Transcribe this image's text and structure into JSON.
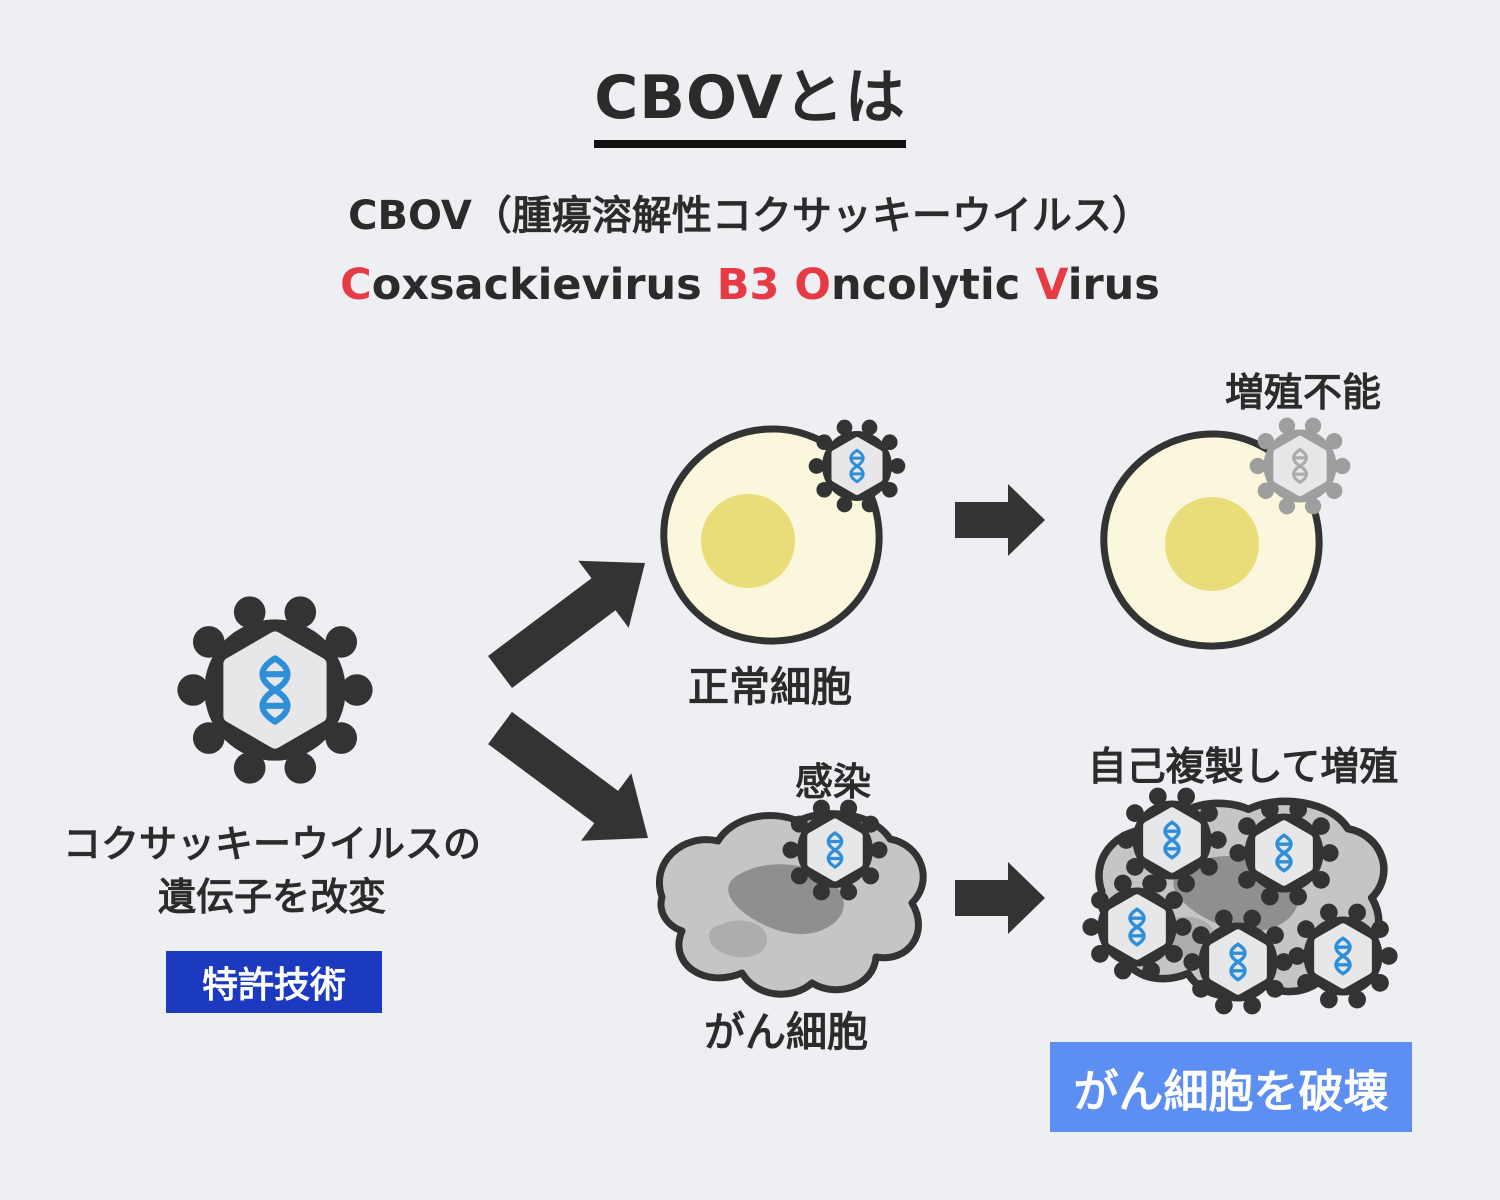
{
  "header": {
    "title": "CBOVとは",
    "subtitle": "CBOV（腫瘍溶解性コクサッキーウイルス）",
    "acr_c": "C",
    "acr_c_rest": "oxsackievirus",
    "acr_b": "B3",
    "acr_o": "O",
    "acr_o_rest": "ncolytic",
    "acr_v": "V",
    "acr_v_rest": "irus"
  },
  "diagram": {
    "virus_caption_line1": "コクサッキーウイルスの",
    "virus_caption_line2": "遺伝子を改変",
    "patent_badge": "特許技術",
    "normal_cell": "正常細胞",
    "no_replication": "増殖不能",
    "infection": "感染",
    "cancer_cell": "がん細胞",
    "self_replication": "自己複製して増殖",
    "destroy_badge": "がん細胞を破壊"
  },
  "icons": {
    "virus": "virus-icon",
    "dna": "dna-helix-icon",
    "arrow": "block-arrow-icon",
    "normal_cell": "normal-cell-shape",
    "cancer_cell": "cancer-cell-shape"
  },
  "colors": {
    "bg": "#edeff3",
    "ink": "#2b2b2b",
    "red": "#e63a45",
    "underline": "#111111",
    "arrow": "#333333",
    "virus-body": "#333333",
    "virus-inner": "#e7e7ea",
    "dna": "#2e8fd9",
    "gray-virus-body": "#9e9e9e",
    "gray-dna": "#ababab",
    "cell-fill": "#fbf7dc",
    "cell-stroke": "#333333",
    "nucleus": "#e9dd7a",
    "cancer-fill": "#c5c5c5",
    "cancer-dark": "#8f8f8f",
    "cancer-mid": "#adadad",
    "patent-blue": "#1c3abf",
    "destroy-blue": "#5d8ef1"
  }
}
